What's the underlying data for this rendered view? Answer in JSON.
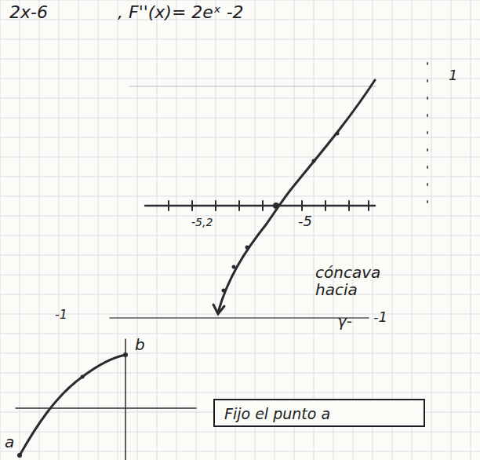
{
  "diagram": {
    "nodes": [
      {
        "text": [
          "Fijo el punto a"
        ]
      }
    ],
    "labels": [
      "2x-6",
      ", F''(x)= 2eˣ -2",
      "1",
      "-5,2",
      "-5",
      "cóncava hacia",
      "γ-",
      "-1",
      "-1",
      "b",
      "a"
    ]
  }
}
